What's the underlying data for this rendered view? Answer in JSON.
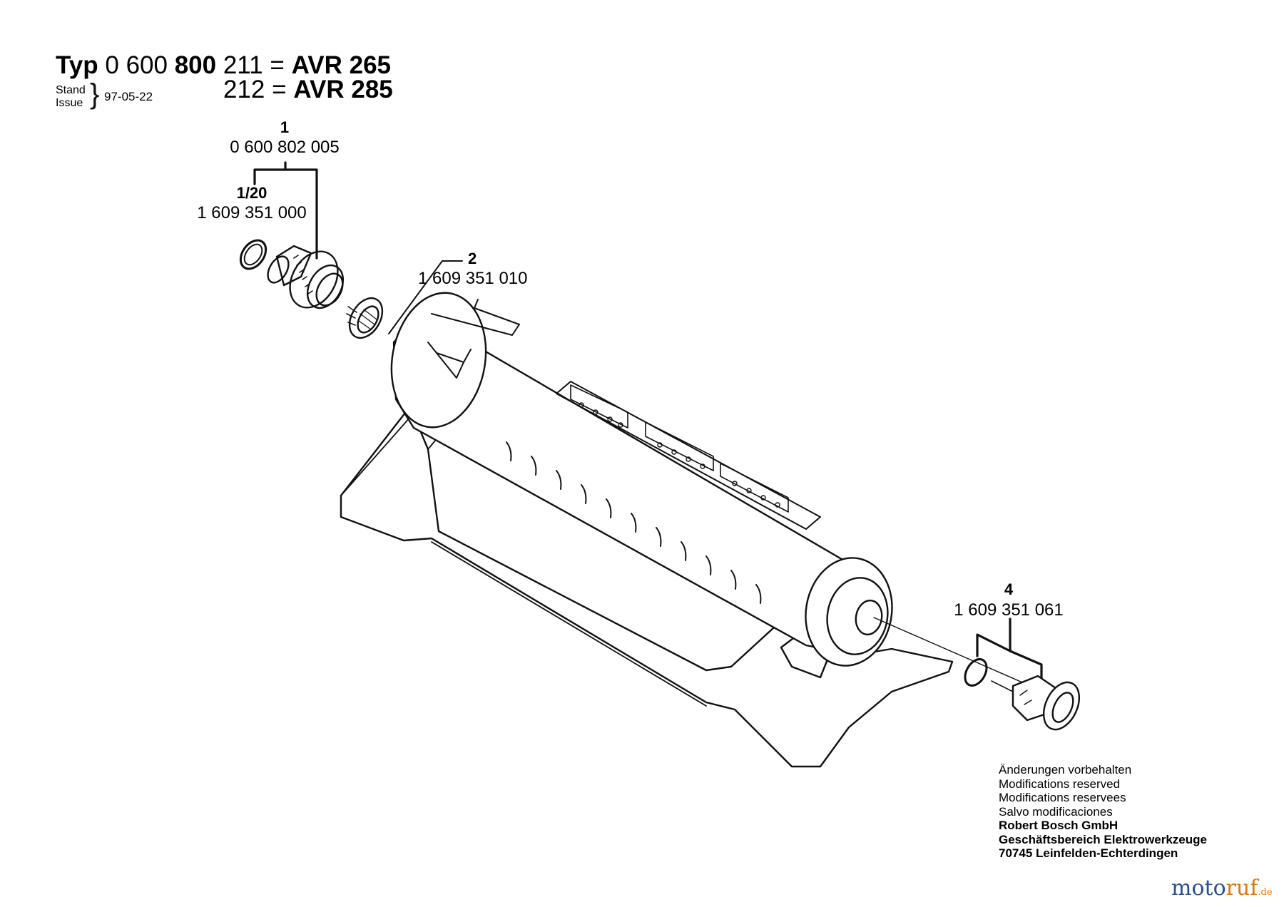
{
  "header": {
    "typ_label": "Typ",
    "part_prefix_a": "0 600",
    "part_prefix_b": "800",
    "variant_1_code": "211",
    "variant_2_code": "212",
    "equals": "=",
    "variant_1_model": "AVR 265",
    "variant_2_model": "AVR 285",
    "stand_label": "Stand",
    "issue_label": "Issue",
    "brace": "}",
    "date": "97-05-22"
  },
  "callouts": [
    {
      "number": "1",
      "part_no": "0 600 802 005"
    },
    {
      "number": "1/20",
      "part_no": "1 609 351 000"
    },
    {
      "number": "2",
      "part_no": "1 609 351 010"
    },
    {
      "number": "4",
      "part_no": "1 609 351 061"
    }
  ],
  "notes": [
    "Änderungen vorbehalten",
    "Modifications reserved",
    "Modifications reservees",
    "Salvo modificaciones",
    "Robert Bosch GmbH",
    "Geschäftsbereich Elektrowerkzeuge",
    "70745 Leinfelden-Echterdingen"
  ],
  "watermark": {
    "main": "motoruf",
    "suffix": ".de",
    "color_moto": "#2a4f8c",
    "color_ruf": "#d27a14"
  },
  "colors": {
    "line": "#111111",
    "body_fill": "#ffffff"
  }
}
